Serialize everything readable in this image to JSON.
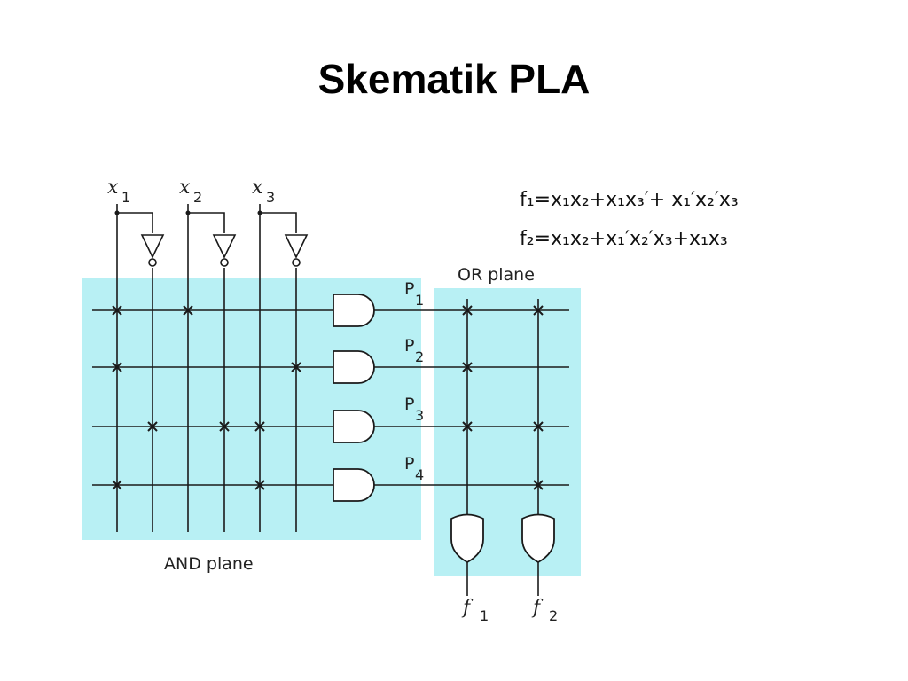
{
  "title": "Skematik PLA",
  "colors": {
    "plane_fill": "#b8f0f4",
    "line": "#1a1a1a",
    "text": "#000000"
  },
  "inputs": [
    {
      "name": "x",
      "subscript": "1"
    },
    {
      "name": "x",
      "subscript": "2"
    },
    {
      "name": "x",
      "subscript": "3"
    }
  ],
  "products": [
    {
      "name": "P",
      "subscript": "1"
    },
    {
      "name": "P",
      "subscript": "2"
    },
    {
      "name": "P",
      "subscript": "3"
    },
    {
      "name": "P",
      "subscript": "4"
    }
  ],
  "outputs": [
    {
      "name": "f",
      "subscript": "1"
    },
    {
      "name": "f",
      "subscript": "2"
    }
  ],
  "and_plane_label": "AND plane",
  "or_plane_label": "OR plane",
  "equations": {
    "f1": "f₁=x₁x₂+x₁x₃′+ x₁′x₂′x₃",
    "f2": "f₂=x₁x₂+x₁′x₂′x₃+x₁x₃"
  }
}
